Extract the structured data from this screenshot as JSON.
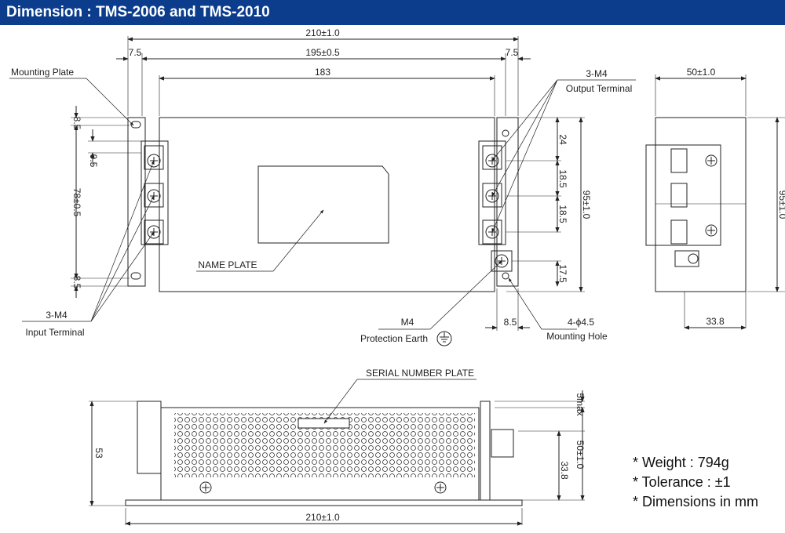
{
  "header": {
    "title": "Dimension : TMS-2006 and TMS-2010"
  },
  "front_view": {
    "dims": {
      "overall_width": "210±1.0",
      "side_margin_left": "7.5",
      "side_margin_right": "7.5",
      "mount_pitch": "195±0.5",
      "body_width": "183",
      "left_top_offset": "8.5",
      "left_terminal_offset": "9.5",
      "left_span": "78±0.5",
      "left_bottom_offset": "8.5",
      "right_top": "24",
      "right_pitch_1": "18.5",
      "right_pitch_2": "18.5",
      "right_bottom": "17.5",
      "overall_height": "95±1.0",
      "hole_offset": "8.5"
    },
    "labels": {
      "mounting_plate": "Mounting Plate",
      "output_terminal_count": "3-M4",
      "output_terminal": "Output Terminal",
      "input_terminal_count": "3-M4",
      "input_terminal": "Input Terminal",
      "name_plate": "NAME PLATE",
      "earth_size": "M4",
      "protection_earth": "Protection Earth",
      "hole_count": "4-ϕ4.5",
      "mounting_hole": "Mounting Hole"
    }
  },
  "side_view": {
    "dims": {
      "depth": "50±1.0",
      "height": "95±1.0",
      "terminal_depth": "33.8"
    }
  },
  "bottom_view": {
    "dims": {
      "overall_width": "210±1.0",
      "height": "53",
      "max_protrusion": "5max",
      "depth": "50±1.0",
      "terminal_depth": "33.8"
    },
    "labels": {
      "serial_plate": "SERIAL NUMBER PLATE"
    }
  },
  "notes": [
    "* Weight : 794g",
    "* Tolerance : ±1",
    "* Dimensions in mm"
  ],
  "colors": {
    "header_bg": "#0b3d8c",
    "line": "#222222"
  }
}
